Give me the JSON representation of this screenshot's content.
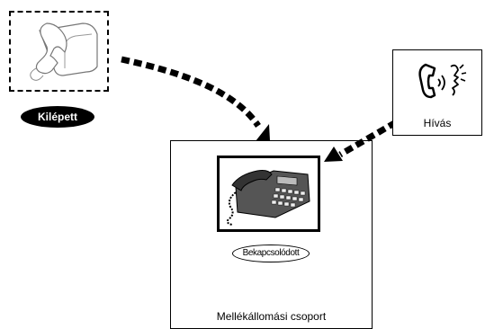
{
  "logged_out": {
    "label": "Kilépett",
    "icon": "handset-icon"
  },
  "incoming_call": {
    "label": "Hívás",
    "icon": "phone-ringing-icon"
  },
  "extension_group": {
    "label": "Mellékállomási csoport",
    "member": {
      "label": "Bekapcsolódott",
      "icon": "desk-phone-icon"
    }
  }
}
